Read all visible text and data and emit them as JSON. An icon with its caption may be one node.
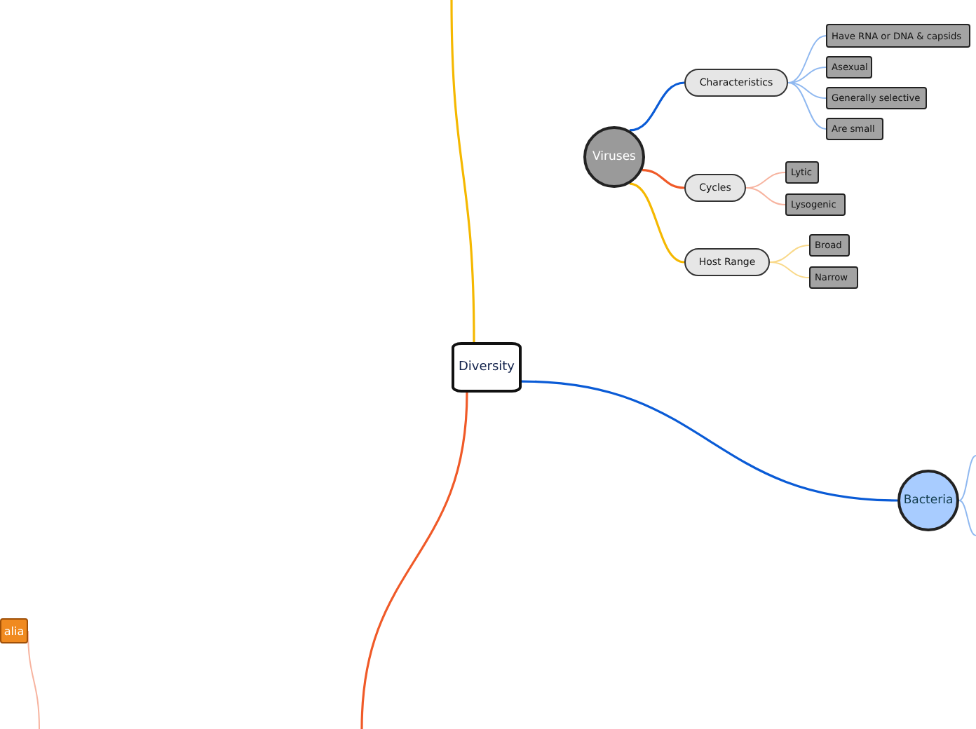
{
  "diagram": {
    "nodes": [
      {
        "text": [
          "Diversity"
        ]
      },
      {
        "text": [
          "Viruses"
        ]
      },
      {
        "text": [
          "Characteristics"
        ]
      },
      {
        "text": [
          "Have RNA or DNA & capsids"
        ]
      },
      {
        "text": [
          "Asexual"
        ]
      },
      {
        "text": [
          "Generally selective"
        ]
      },
      {
        "text": [
          "Are small"
        ]
      },
      {
        "text": [
          "Cycles"
        ]
      },
      {
        "text": [
          "Lytic"
        ]
      },
      {
        "text": [
          "Lysogenic"
        ]
      },
      {
        "text": [
          "Host Range"
        ]
      },
      {
        "text": [
          "Broad"
        ]
      },
      {
        "text": [
          "Narrow"
        ]
      },
      {
        "text": [
          "Bacteria"
        ]
      },
      {
        "text": [
          "alia"
        ]
      }
    ],
    "edges": [
      {
        "from": 0,
        "to": null,
        "arrow": "none",
        "color": "#f5b800"
      },
      {
        "from": 0,
        "to": null,
        "arrow": "none",
        "color": "#f05a28"
      },
      {
        "from": 0,
        "to": 13,
        "arrow": "none",
        "color": "#0a5bd6"
      },
      {
        "from": 1,
        "to": 2,
        "arrow": "none",
        "color": "#0a5bd6"
      },
      {
        "from": 1,
        "to": 7,
        "arrow": "none",
        "color": "#f05a28"
      },
      {
        "from": 1,
        "to": 10,
        "arrow": "none",
        "color": "#f5b800"
      },
      {
        "from": 2,
        "to": 3,
        "arrow": "none",
        "color": "#8fb8f0"
      },
      {
        "from": 2,
        "to": 4,
        "arrow": "none",
        "color": "#8fb8f0"
      },
      {
        "from": 2,
        "to": 5,
        "arrow": "none",
        "color": "#8fb8f0"
      },
      {
        "from": 2,
        "to": 6,
        "arrow": "none",
        "color": "#8fb8f0"
      },
      {
        "from": 7,
        "to": 8,
        "arrow": "none",
        "color": "#f7b4a0"
      },
      {
        "from": 7,
        "to": 9,
        "arrow": "none",
        "color": "#f7b4a0"
      },
      {
        "from": 10,
        "to": 11,
        "arrow": "none",
        "color": "#f9d98a"
      },
      {
        "from": 10,
        "to": 12,
        "arrow": "none",
        "color": "#f9d98a"
      },
      {
        "from": 13,
        "to": null,
        "arrow": "none",
        "color": "#8fb8f0"
      },
      {
        "from": 13,
        "to": null,
        "arrow": "none",
        "color": "#8fb8f0"
      },
      {
        "from": 14,
        "to": null,
        "arrow": "none",
        "color": "#f7b4a0"
      }
    ]
  }
}
